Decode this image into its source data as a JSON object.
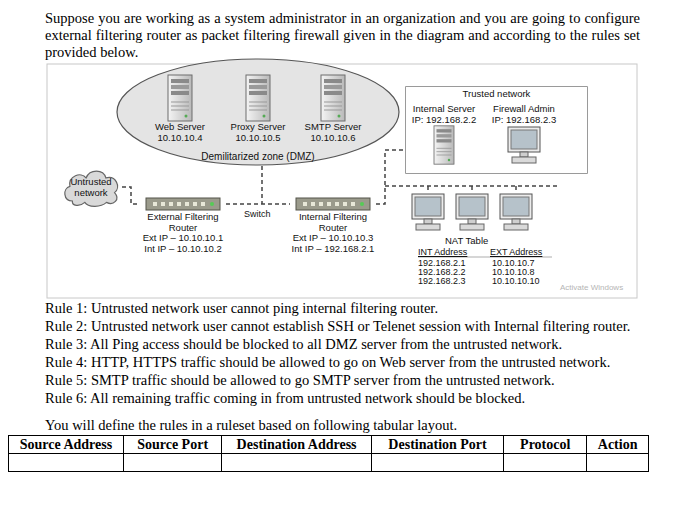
{
  "diagram": {
    "nodes": [
      {
        "text": [
          "Demilitarized zone (DMZ)"
        ]
      },
      {
        "text": [
          "Web Server",
          "10.10.10.4"
        ],
        "in": 0
      },
      {
        "text": [
          "Proxy Server",
          "10.10.10.5"
        ],
        "in": 0
      },
      {
        "text": [
          "SMTP Server",
          "10.10.10.6"
        ],
        "in": 0
      },
      {
        "text": [
          "Untrusted network"
        ]
      },
      {
        "text": [
          "External Filtering Router",
          "Ext IP – 10.10.10.1",
          "Int IP – 10.10.10.2"
        ]
      },
      {
        "text": [
          "Internal Filtering Router",
          "Ext IP – 10.10.10.3",
          "Int IP – 192.168.2.1"
        ]
      },
      {
        "text": [
          "Trusted network"
        ]
      },
      {
        "text": [
          "Internal Server",
          "IP: 192.168.2.2"
        ],
        "in": 7
      },
      {
        "text": [
          "Firewall Admin",
          "IP: 192.168.2.3"
        ],
        "in": 7
      }
    ],
    "edges": [
      {
        "from": 4,
        "to": 5,
        "arrow": "none"
      },
      {
        "from": 5,
        "to": 6,
        "arrow": "none"
      },
      {
        "from": 6,
        "to": 7,
        "arrow": "none"
      }
    ],
    "labels": [
      "Suppose you are working as a system administrator in an organization and you are going to configure external filtering router as packet filtering firewall given in the diagram and according to the rules set provided below.",
      "Switch",
      "NAT Table",
      "INT Address",
      "EXT Address",
      "192.168.2.1",
      "10.10.10.7",
      "192.168.2.2",
      "10.10.10.8",
      "192.168.2.3",
      "10.10.10.10",
      "Activate Windows",
      "Rule 1: Untrusted network user cannot ping internal filtering router.",
      "Rule 2: Untrusted network user cannot establish SSH or Telenet session with Internal filtering router.",
      "Rule 3: All Ping access should be blocked to all DMZ server from the untrusted network.",
      "Rule 4: HTTP, HTTPS traffic should be allowed to go on Web server from the untrusted network.",
      "Rule 5: SMTP traffic should be allowed to go SMTP server from the untrusted network.",
      "Rule 6: All remaining traffic coming in from untrusted network should be blocked.",
      "You will define the rules in a ruleset based on following tabular layout.",
      "Source Address",
      "Source Port",
      "Destination Address",
      "Destination Port",
      "Protocol",
      "Action"
    ]
  }
}
